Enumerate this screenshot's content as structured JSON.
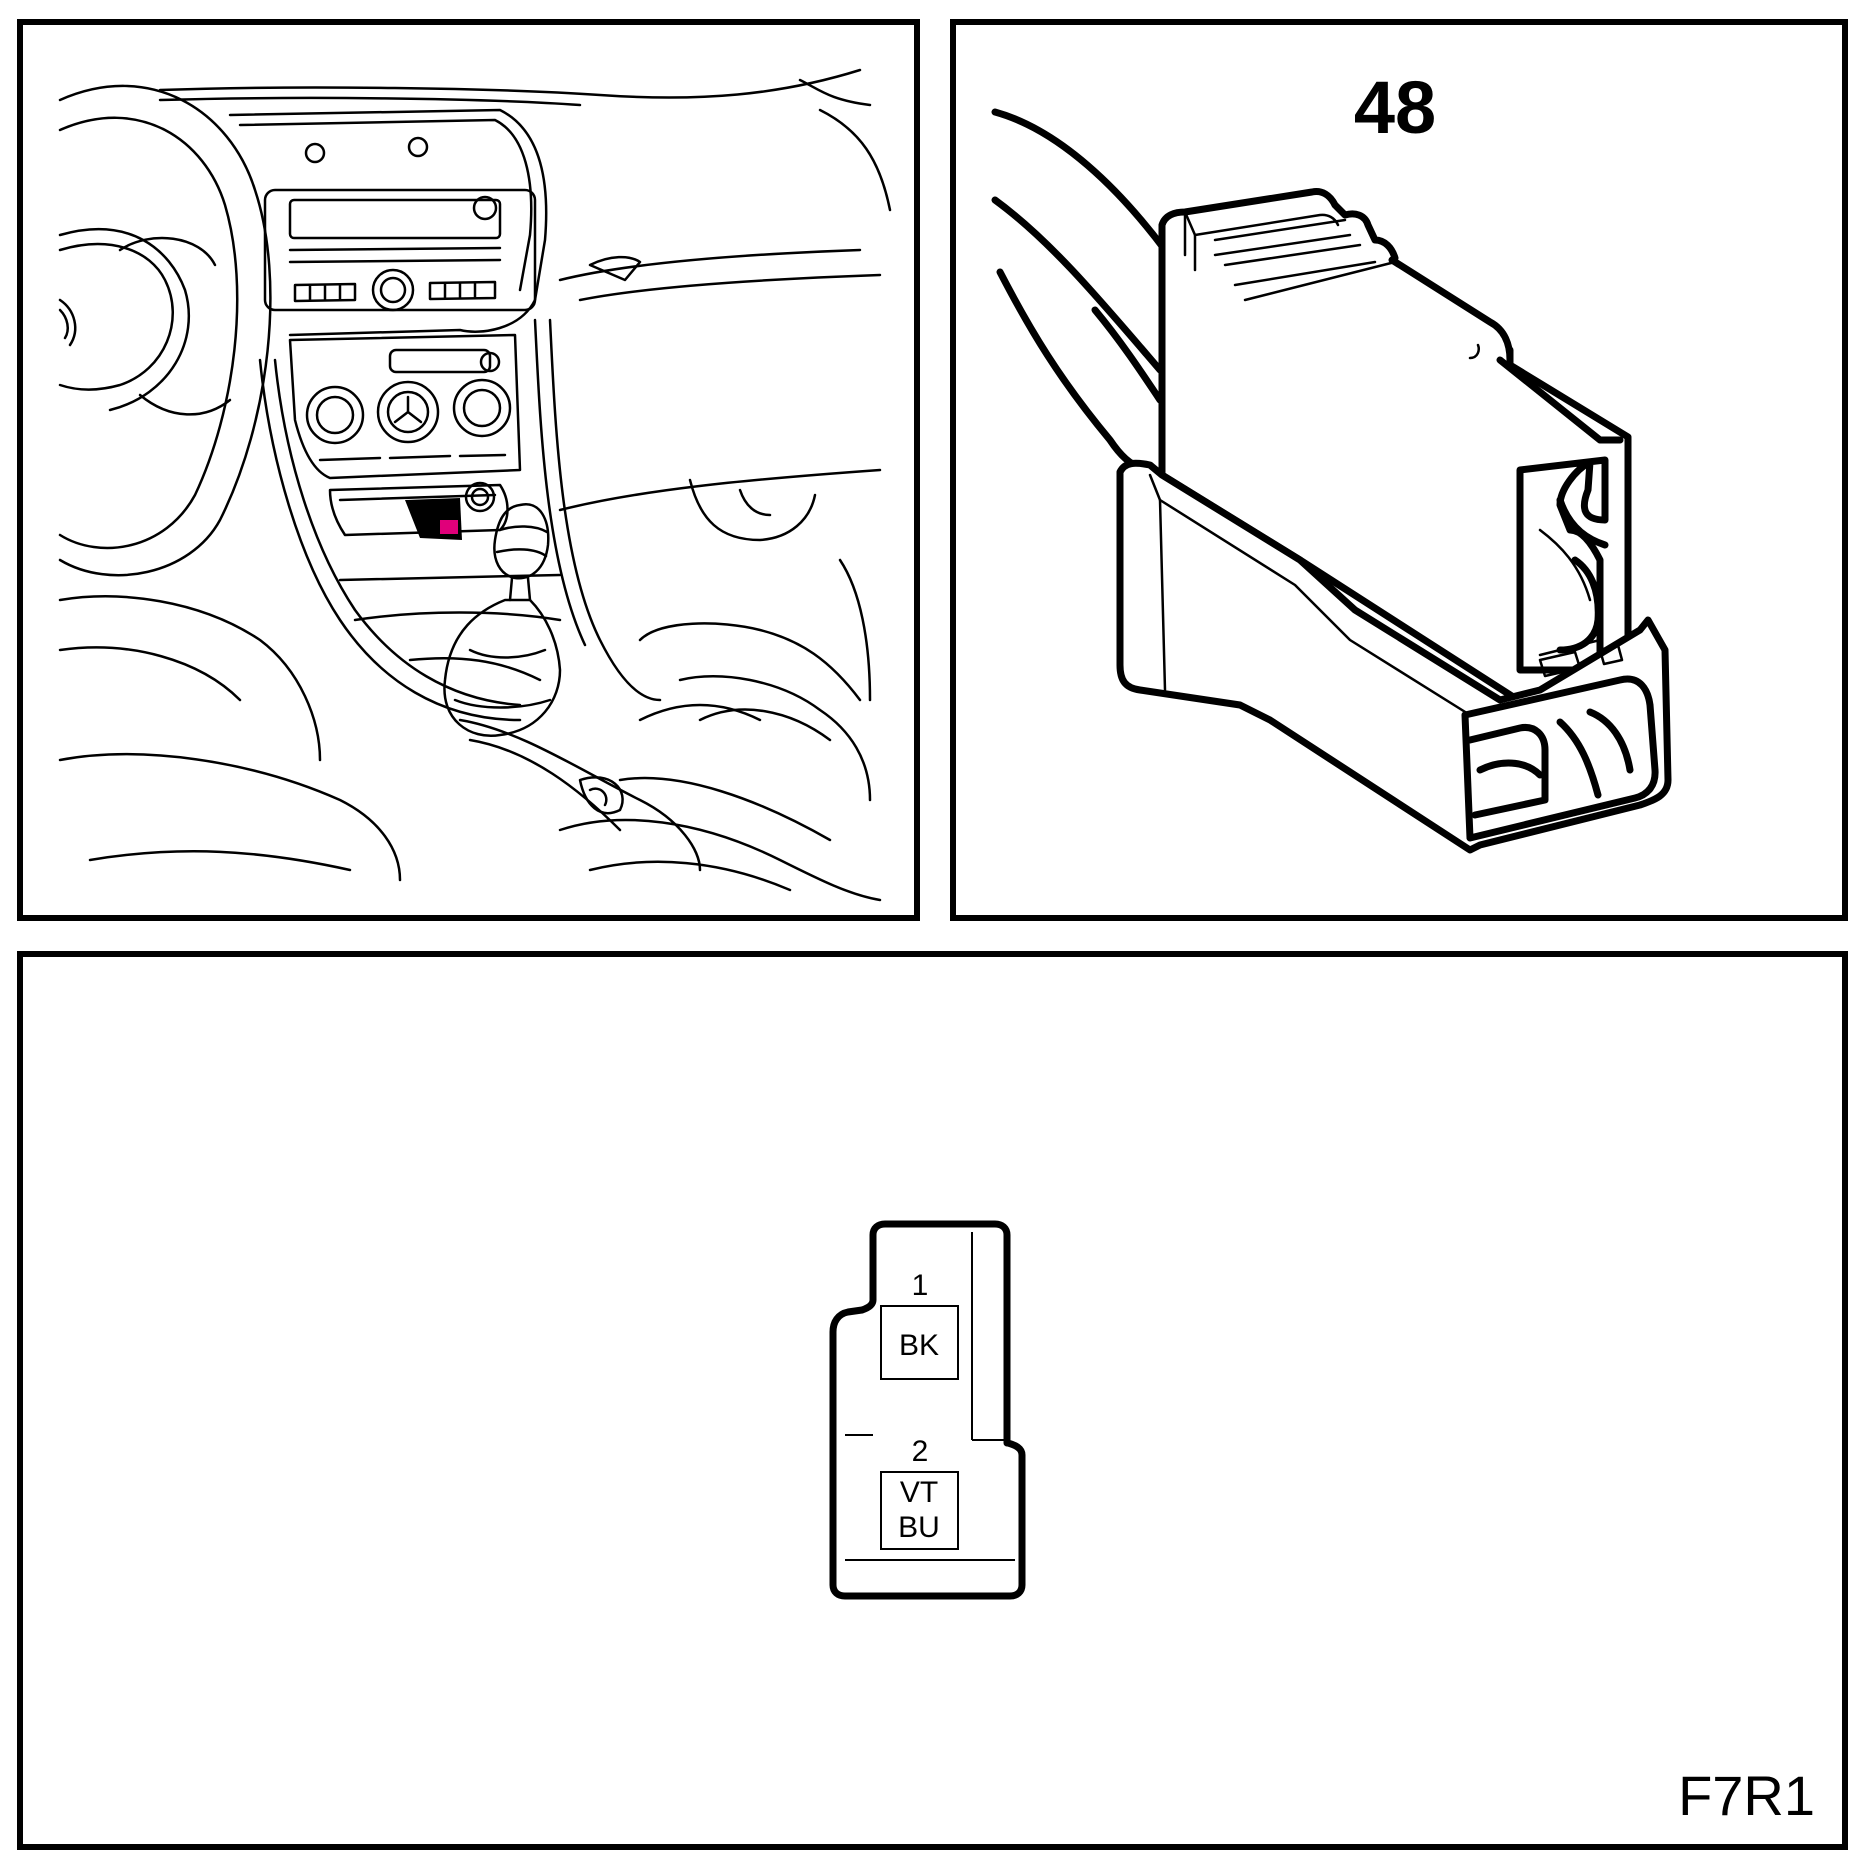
{
  "connector": {
    "number": "48",
    "code": "F7R1",
    "pins": [
      {
        "number": "1",
        "colors": [
          "BK"
        ]
      },
      {
        "number": "2",
        "colors": [
          "VT",
          "BU"
        ]
      }
    ]
  },
  "colors": {
    "line": "#000000",
    "background": "#ffffff",
    "location_highlight": "#e0007a"
  }
}
